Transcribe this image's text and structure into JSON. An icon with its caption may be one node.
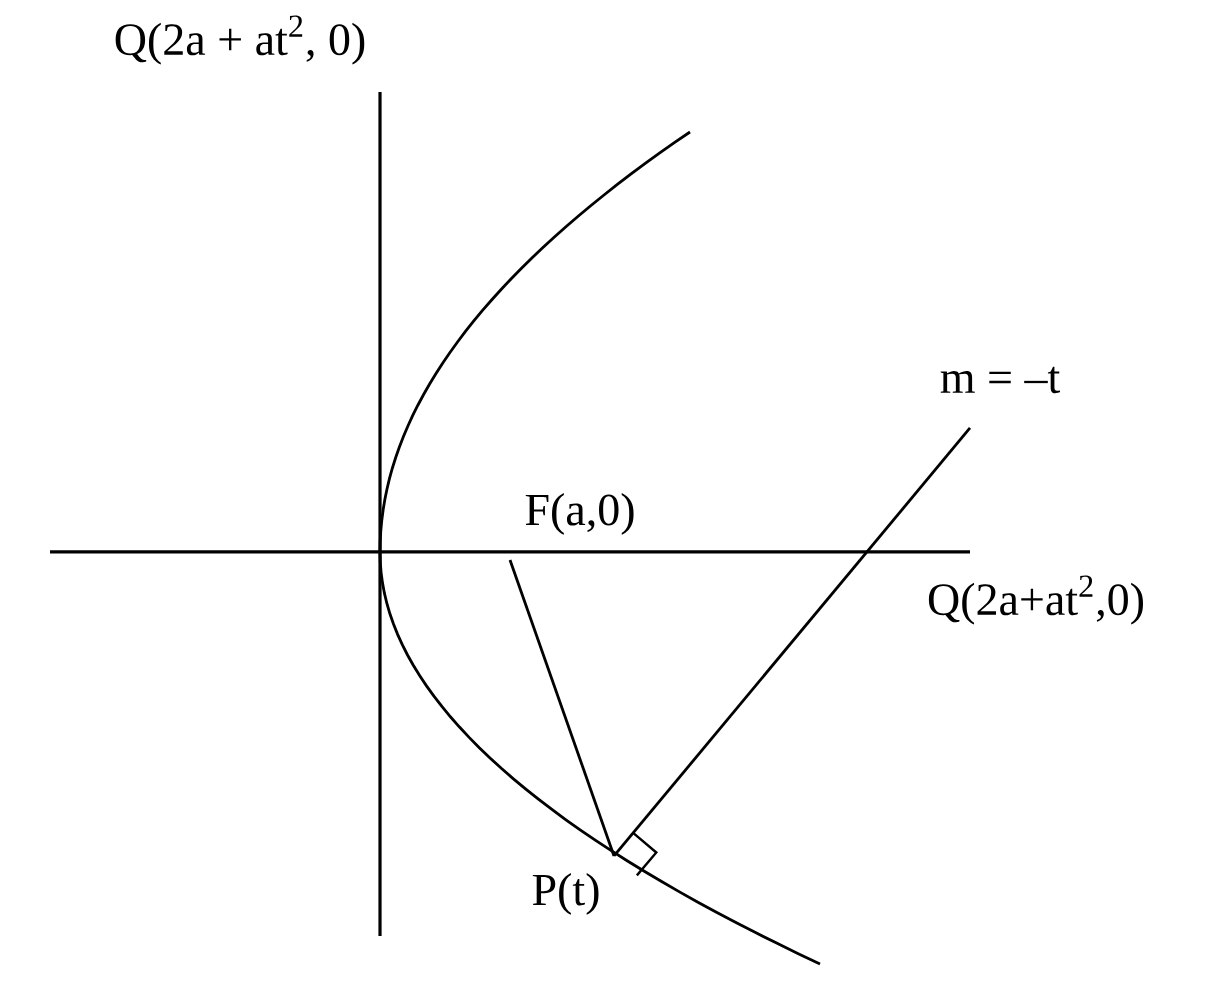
{
  "diagram": {
    "labels": [
      "Q(2a + at$^{2}$, 0)",
      "m = –t",
      "F(a,0)",
      "Q(2a+at$^{2}$,0)",
      "P(t)"
    ]
  }
}
